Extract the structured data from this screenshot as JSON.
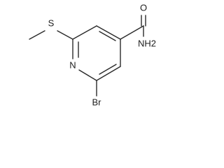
{
  "molecule": {
    "atoms": {
      "oxygen": "O",
      "amide_nh2": "NH2",
      "sulfur": "S",
      "ring_nitrogen": "N",
      "bromine": "Br"
    }
  }
}
